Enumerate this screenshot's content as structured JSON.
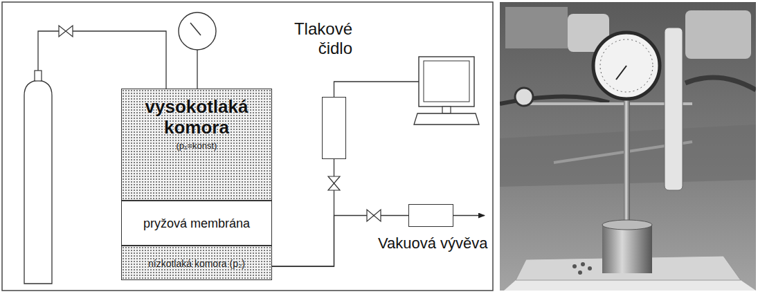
{
  "diagram": {
    "nodes": [
      {
        "text": [
          "vysokotlaká komora",
          "(p₁=konst)"
        ]
      },
      {
        "text": [
          "pryžová membrána"
        ]
      },
      {
        "text": [
          "nízkotlaká komora (p₂)"
        ]
      },
      {
        "text": [
          "Tlakové čidlo"
        ]
      },
      {
        "text": [
          "Vakuová vývěva"
        ]
      }
    ],
    "edges": [
      {
        "from": 2,
        "to": 3,
        "arrow": "none"
      },
      {
        "from": 2,
        "to": 4,
        "arrow": "none"
      }
    ]
  }
}
